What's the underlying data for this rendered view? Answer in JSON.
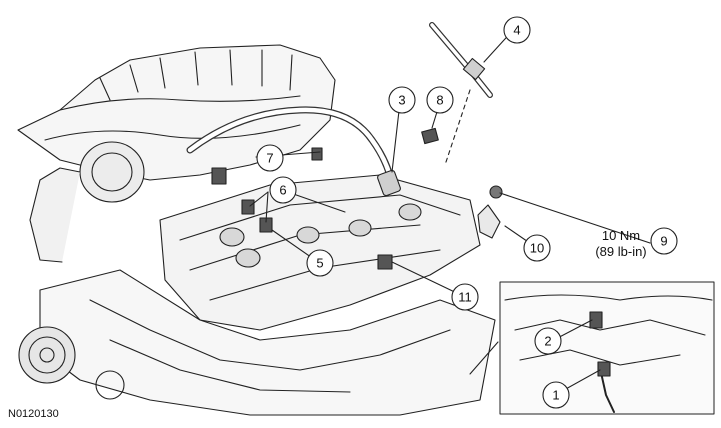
{
  "figure_id": "N0120130",
  "torque": {
    "line1": "10 Nm",
    "line2": "(89 lb-in)"
  },
  "callouts": [
    "1",
    "2",
    "3",
    "4",
    "5",
    "6",
    "7",
    "8",
    "9",
    "10",
    "11"
  ]
}
